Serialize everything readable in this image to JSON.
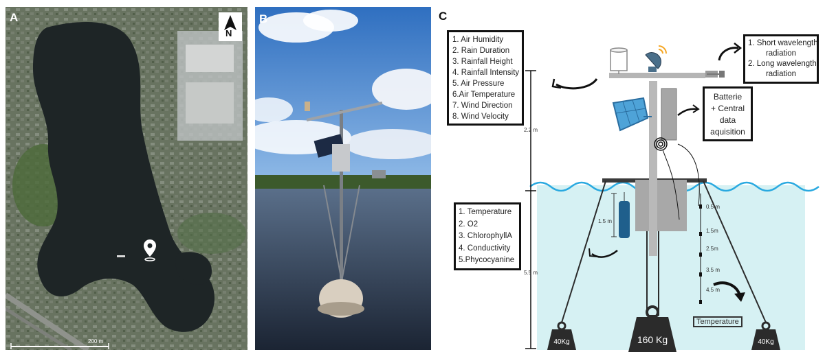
{
  "panel_a": {
    "label": "A",
    "north_label": "N",
    "scale_label": "200 m"
  },
  "panel_b": {
    "label": "B"
  },
  "panel_c": {
    "label": "C",
    "air_sensors": [
      "1.    Air Humidity",
      "2.  Rain Duration",
      "3.  Rainfall Height",
      "4. Rainfall Intensity",
      "5.    Air Pressure",
      "6.Air Temperature",
      "7. Wind Direction",
      "8.   Wind Velocity"
    ],
    "radiation": [
      "1. Short wavelength",
      "radiation",
      "2. Long wavelength",
      "radiation"
    ],
    "battery": [
      "Batterie",
      "+ Central",
      "data",
      "aquisition"
    ],
    "water_sensors": [
      "1. Temperature",
      "2.          O2",
      "3.  ChlorophyllA",
      "4.  Conductivity",
      "5.Phycocyanine"
    ],
    "height_above": "2.2 m",
    "depth_below": "5.5 m",
    "probe_depth": "1.5 m",
    "temp_depths": [
      "0.5 m",
      "1.5m",
      "2.5m",
      "3.5 m",
      "4.5 m"
    ],
    "temperature_label": "Temperature",
    "weight_left": "40Kg",
    "weight_center": "160 Kg",
    "weight_right": "40Kg"
  },
  "colors": {
    "water": "#d6f1f3",
    "wave": "#29a9e0",
    "pole": "#b9b9b9",
    "dark": "#2b2b2b",
    "probe": "#1f5f8c"
  }
}
